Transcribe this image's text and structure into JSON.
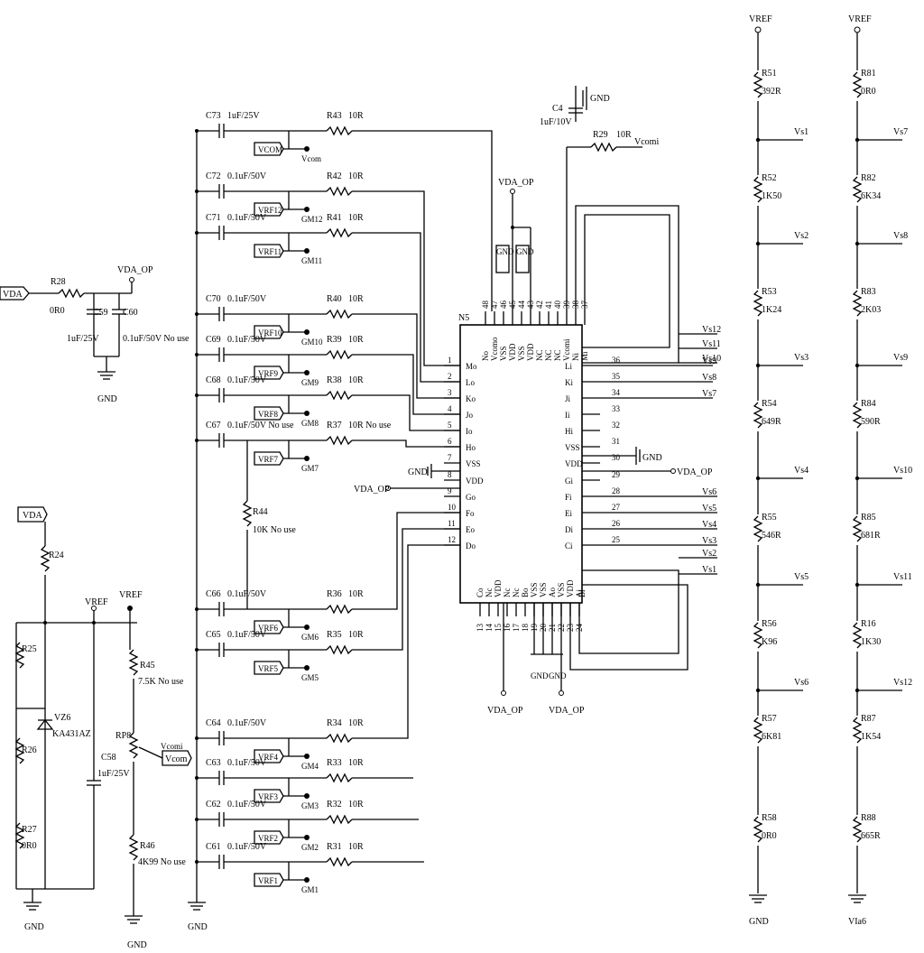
{
  "ic": {
    "ref": "N5",
    "top_pins": [
      {
        "num": "48",
        "name": "No"
      },
      {
        "num": "47",
        "name": "Vcomo"
      },
      {
        "num": "46",
        "name": "VSS"
      },
      {
        "num": "45",
        "name": "VDD"
      },
      {
        "num": "44",
        "name": "VSS"
      },
      {
        "num": "43",
        "name": "VDD"
      },
      {
        "num": "42",
        "name": "NC"
      },
      {
        "num": "41",
        "name": "NC"
      },
      {
        "num": "40",
        "name": "NC"
      },
      {
        "num": "39",
        "name": "Vcomi"
      },
      {
        "num": "38",
        "name": "Ni"
      },
      {
        "num": "37",
        "name": "Mi"
      }
    ],
    "left_pins": [
      {
        "num": "1",
        "name": "Mo"
      },
      {
        "num": "2",
        "name": "Lo"
      },
      {
        "num": "3",
        "name": "Ko"
      },
      {
        "num": "4",
        "name": "Jo"
      },
      {
        "num": "5",
        "name": "Io"
      },
      {
        "num": "6",
        "name": "Ho"
      },
      {
        "num": "7",
        "name": "VSS"
      },
      {
        "num": "8",
        "name": "VDD"
      },
      {
        "num": "9",
        "name": "Go"
      },
      {
        "num": "10",
        "name": "Fo"
      },
      {
        "num": "11",
        "name": "Eo"
      },
      {
        "num": "12",
        "name": "Do"
      }
    ],
    "right_pins": [
      {
        "num": "36",
        "name": "Li"
      },
      {
        "num": "35",
        "name": "Ki"
      },
      {
        "num": "34",
        "name": "Ji"
      },
      {
        "num": "33",
        "name": "Ii"
      },
      {
        "num": "32",
        "name": "Hi"
      },
      {
        "num": "31",
        "name": "VSS"
      },
      {
        "num": "30",
        "name": "VDD"
      },
      {
        "num": "29",
        "name": "Gi"
      },
      {
        "num": "28",
        "name": "Fi"
      },
      {
        "num": "27",
        "name": "Ei"
      },
      {
        "num": "26",
        "name": "Di"
      },
      {
        "num": "25",
        "name": "Ci"
      }
    ],
    "bottom_pins": [
      {
        "num": "13",
        "name": "Co"
      },
      {
        "num": "14",
        "name": "Nc"
      },
      {
        "num": "15",
        "name": "VDD"
      },
      {
        "num": "16",
        "name": "Nc"
      },
      {
        "num": "17",
        "name": "Nc"
      },
      {
        "num": "18",
        "name": "Bo"
      },
      {
        "num": "19",
        "name": "VSS"
      },
      {
        "num": "20",
        "name": "VSS"
      },
      {
        "num": "21",
        "name": "Ao"
      },
      {
        "num": "22",
        "name": "VSS"
      },
      {
        "num": "23",
        "name": "VDD"
      },
      {
        "num": "24",
        "name": "Ai"
      }
    ],
    "bottom_extra": "Bi"
  },
  "right_net_labels": [
    "Vs12",
    "Vs11",
    "Vs10",
    "Vs9",
    "Vs8",
    "Vs7",
    "Vs6",
    "Vs5",
    "Vs4",
    "Vs3",
    "Vs2",
    "Vs1"
  ],
  "pin30_net": "VDA_OP",
  "pin31_net": "GND",
  "gnd_label_pin7": "GND",
  "vda_op_pin8": "VDA_OP",
  "top": {
    "c4": "C4",
    "c4_val": "1uF/10V",
    "c4_gnd": "GND",
    "r29": "R29",
    "r29_val": "10R",
    "vcomi": "Vcomi",
    "vda_op": "VDA_OP",
    "gnd1": "GND",
    "gnd2": "GND"
  },
  "channels": [
    {
      "c": "C73",
      "cval": "1uF/25V",
      "r": "R43",
      "rval": "10R",
      "port": "VCOM",
      "gm": "Vcom"
    },
    {
      "c": "C72",
      "cval": "0.1uF/50V",
      "r": "R42",
      "rval": "10R",
      "port": "VRF12",
      "gm": "GM12"
    },
    {
      "c": "C71",
      "cval": "0.1uF/50V",
      "r": "R41",
      "rval": "10R",
      "port": "VRF11",
      "gm": "GM11"
    },
    {
      "c": "C70",
      "cval": "0.1uF/50V",
      "r": "R40",
      "rval": "10R",
      "port": "VRF10",
      "gm": "GM10"
    },
    {
      "c": "C69",
      "cval": "0.1uF/50V",
      "r": "R39",
      "rval": "10R",
      "port": "VRF9",
      "gm": "GM9"
    },
    {
      "c": "C68",
      "cval": "0.1uF/50V",
      "r": "R38",
      "rval": "10R",
      "port": "VRF8",
      "gm": "GM8"
    },
    {
      "c": "C67",
      "cval": "0.1uF/50V No use",
      "r": "R37",
      "rval": "10R No use",
      "port": "VRF7",
      "gm": "GM7"
    },
    {
      "c": "C66",
      "cval": "0.1uF/50V",
      "r": "R36",
      "rval": "10R",
      "port": "VRF6",
      "gm": "GM6"
    },
    {
      "c": "C65",
      "cval": "0.1uF/50V",
      "r": "R35",
      "rval": "10R",
      "port": "VRF5",
      "gm": "GM5"
    },
    {
      "c": "C64",
      "cval": "0.1uF/50V",
      "r": "R34",
      "rval": "10R",
      "port": "VRF4",
      "gm": "GM4"
    },
    {
      "c": "C63",
      "cval": "0.1uF/50V",
      "r": "R33",
      "rval": "10R",
      "port": "VRF3",
      "gm": "GM3"
    },
    {
      "c": "C62",
      "cval": "0.1uF/50V",
      "r": "R32",
      "rval": "10R",
      "port": "VRF2",
      "gm": "GM2"
    },
    {
      "c": "C61",
      "cval": "0.1uF/50V",
      "r": "R31",
      "rval": "10R",
      "port": "VRF1",
      "gm": "GM1"
    }
  ],
  "r44": "R44",
  "r44_val": "10K No use",
  "gnd_bus": "GND",
  "supply": {
    "vda": "VDA",
    "r28": "R28",
    "r28_val": "0R0",
    "vda_op": "VDA_OP",
    "c59": "C59",
    "c59_val": "1uF/25V",
    "c60": "C60",
    "c60_val": "0.1uF/50V No use",
    "gnd": "GND"
  },
  "vref_gen": {
    "vda": "VDA",
    "r24": "R24",
    "r25": "R25",
    "r26": "R26",
    "r27": "R27",
    "r27_val": "0R0",
    "vz6": "VZ6",
    "vz6_val": "KA431AZ",
    "vref1": "VREF",
    "vref2": "VREF",
    "c58": "C58",
    "c58_val": "1uF/25V",
    "r45": "R45",
    "r45_val": "7.5K No use",
    "rp8": "RP8",
    "vcomi": "Vcomi",
    "vcom": "Vcom",
    "r46": "R46",
    "r46_val": "4K99 No use",
    "gnd1": "GND",
    "gnd2": "GND"
  },
  "bottom_pin_nets": {
    "vda_op1": "VDA_OP",
    "vda_op2": "VDA_OP",
    "gnd1": "GND",
    "gnd2": "GND"
  },
  "ladder1": {
    "vref": "VREF",
    "gnd": "GND",
    "resistors": [
      {
        "ref": "R51",
        "val": "392R"
      },
      {
        "ref": "R52",
        "val": "1K50"
      },
      {
        "ref": "R53",
        "val": "1K24"
      },
      {
        "ref": "R54",
        "val": "649R"
      },
      {
        "ref": "R55",
        "val": "546R"
      },
      {
        "ref": "R56",
        "val": "K96"
      },
      {
        "ref": "R57",
        "val": "6K81"
      },
      {
        "ref": "R58",
        "val": "0R0"
      }
    ],
    "taps": [
      "Vs1",
      "Vs2",
      "Vs3",
      "Vs4",
      "Vs5",
      "Vs6"
    ]
  },
  "ladder2": {
    "vref": "VREF",
    "gnd": "VIa6",
    "resistors": [
      {
        "ref": "R81",
        "val": "0R0"
      },
      {
        "ref": "R82",
        "val": "6K34"
      },
      {
        "ref": "R83",
        "val": "2K03"
      },
      {
        "ref": "R84",
        "val": "590R"
      },
      {
        "ref": "R85",
        "val": "681R"
      },
      {
        "ref": "R16",
        "val": "1K30"
      },
      {
        "ref": "R87",
        "val": "1K54"
      },
      {
        "ref": "R88",
        "val": "665R"
      }
    ],
    "taps": [
      "Vs7",
      "Vs8",
      "Vs9",
      "Vs10",
      "Vs11",
      "Vs12"
    ]
  }
}
